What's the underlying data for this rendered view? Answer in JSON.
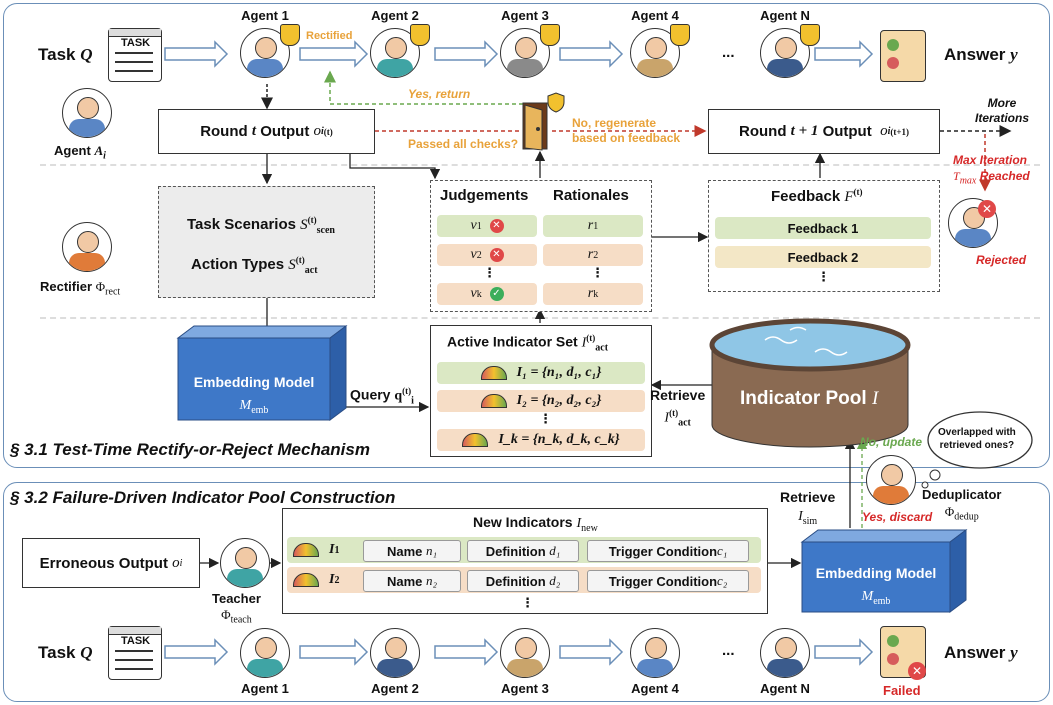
{
  "top": {
    "task_label": "Task",
    "task_symbol": "Q",
    "task_doc": "TASK",
    "agents": [
      "Agent 1",
      "Agent 2",
      "Agent 3",
      "Agent 4",
      "Agent N"
    ],
    "ellipsis": "...",
    "answer_label": "Answer",
    "answer_symbol": "y",
    "rectified": "Rectified",
    "yes_return": "Yes, return",
    "passed_checks": "Passed all checks?",
    "no_regenerate_1": "No, regenerate",
    "no_regenerate_2": "based on feedback",
    "more_iterations_1": "More",
    "more_iterations_2": "Iterations",
    "max_iter_1": "Max Iteration",
    "max_iter_2": "Reached",
    "max_iter_symbol": "T",
    "max_iter_sub": "max",
    "rejected": "Rejected",
    "agent_ai": "Agent",
    "agent_ai_sym": "A",
    "agent_ai_sub": "i",
    "round_t_1": "Round",
    "round_t_2": "t",
    "round_t_3": "Output",
    "round_t_sym": "o",
    "round_t_sub": "i",
    "round_t_sup": "(t)",
    "round_t1_1": "Round",
    "round_t1_2": "t + 1",
    "round_t1_3": "Output",
    "round_t1_sup": "(t+1)",
    "task_scen": "Task Scenarios",
    "task_scen_sym": "S",
    "task_scen_sub": "scen",
    "action_types": "Action Types",
    "action_sub": "act",
    "t_sup": "(t)",
    "rectifier": "Rectifier",
    "rectifier_sym": "Φ",
    "rectifier_sub": "rect",
    "judgements": "Judgements",
    "rationales": "Rationales",
    "v1": "v",
    "v1_sub": "1",
    "v2": "v",
    "v2_sub": "2",
    "vk": "v",
    "vk_sub": "k",
    "r1_sub": "1",
    "r2_sub": "2",
    "rk_sub": "k",
    "r": "r",
    "vdots": "⋮",
    "feedback": "Feedback",
    "feedback_sym": "F",
    "feedback1": "Feedback 1",
    "feedback2": "Feedback 2",
    "embedding": "Embedding Model",
    "embedding_sym": "M",
    "embedding_sub": "emb",
    "query": "Query",
    "query_sym": "q",
    "active_set": "Active Indicator Set",
    "active_sym": "I",
    "ind1": "I₁ = {n₁, d₁, c₁}",
    "ind2": "I₂ = {n₂, d₂, c₂}",
    "indk": "I_k = {n_k, d_k, c_k}",
    "retrieve": "Retrieve",
    "pool": "Indicator Pool",
    "pool_sym": "I",
    "overlapped_1": "Overlapped with",
    "overlapped_2": "retrieved ones?",
    "no_update": "No, update",
    "yes_discard": "Yes, discard",
    "section_31": "§ 3.1 Test-Time Rectify-or-Reject Mechanism"
  },
  "bottom": {
    "section_32": "§ 3.2 Failure-Driven Indicator Pool Construction",
    "retrieve": "Retrieve",
    "retrieve_sym": "I",
    "retrieve_sub": "sim",
    "deduplicator": "Deduplicator",
    "dedup_sym": "Φ",
    "dedup_sub": "dedup",
    "erroneous": "Erroneous Output",
    "erroneous_sym": "o",
    "erroneous_sub": "i",
    "teacher": "Teacher",
    "teacher_sym": "Φ",
    "teacher_sub": "teach",
    "new_indicators": "New Indicators",
    "new_sym": "I",
    "new_sub": "new",
    "i1": "I",
    "i1_sub": "1",
    "i2": "I",
    "i2_sub": "2",
    "name": "Name",
    "definition": "Definition",
    "trigger": "Trigger Condition",
    "n1": "n₁",
    "d1": "d₁",
    "c1": "c₁",
    "n2": "n₂",
    "d2": "d₂",
    "c2": "c₂",
    "vdots": "⋮",
    "embedding": "Embedding Model",
    "embedding_sym": "M",
    "embedding_sub": "emb",
    "task_label": "Task",
    "task_symbol": "Q",
    "task_doc": "TASK",
    "agents": [
      "Agent 1",
      "Agent 2",
      "Agent 3",
      "Agent 4",
      "Agent N"
    ],
    "ellipsis": "...",
    "answer_label": "Answer",
    "answer_symbol": "y",
    "failed": "Failed"
  },
  "colors": {
    "section_border": "#6b8fb8",
    "orange_text": "#e8a23a",
    "green_text": "#6aa84f",
    "red_text": "#d62828",
    "embedding_blue": "#3e78c8",
    "pool_water": "#8fc6e6"
  }
}
